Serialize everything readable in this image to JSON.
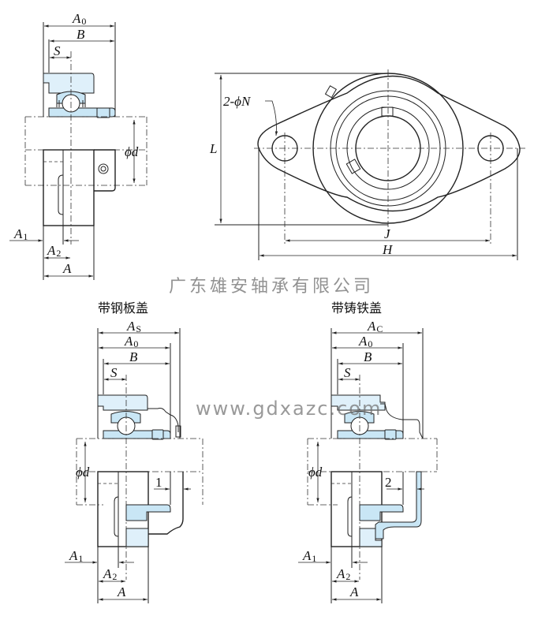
{
  "top_left_view": {
    "labels": {
      "A0": "A",
      "A0_sub": "0",
      "B": "B",
      "S": "S",
      "phi_d": "ϕd",
      "A1": "A",
      "A1_sub": "1",
      "A2": "A",
      "A2_sub": "2",
      "A": "A"
    }
  },
  "top_right_view": {
    "labels": {
      "N": "2-ϕN",
      "L": "L",
      "J": "J",
      "H": "H"
    }
  },
  "bottom_left_view": {
    "caption": "带钢板盖",
    "labels": {
      "As": "A",
      "As_sub": "S",
      "A0": "A",
      "A0_sub": "0",
      "B": "B",
      "S": "S",
      "phi_d": "ϕd",
      "gap": "1",
      "A1": "A",
      "A1_sub": "1",
      "A2": "A",
      "A2_sub": "2",
      "A": "A"
    }
  },
  "bottom_right_view": {
    "caption": "带铸铁盖",
    "labels": {
      "Ac": "A",
      "Ac_sub": "C",
      "A0": "A",
      "A0_sub": "0",
      "B": "B",
      "S": "S",
      "phi_d": "ϕd",
      "gap": "2",
      "A1": "A",
      "A1_sub": "1",
      "A2": "A",
      "A2_sub": "2",
      "A": "A"
    }
  },
  "watermark": {
    "company": "广东雄安轴承有限公司",
    "url": "www.gdxazc.com"
  },
  "colors": {
    "bearing_fill": "#c9e6f5",
    "line": "#222222"
  }
}
